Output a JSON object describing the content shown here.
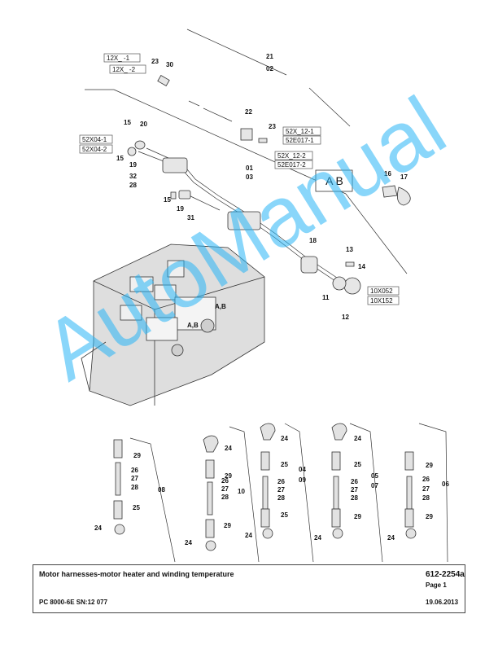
{
  "diagram": {
    "watermark": "AutoManual",
    "ab_box": "A B",
    "callout_ab": "A,B",
    "callout_ab_short": "A,B",
    "boxed_labels": [
      "12X_ -1",
      "12X_ -2",
      "52X_12-1",
      "52E017-1",
      "52X_12-2",
      "52E017-2",
      "52X04-1",
      "52X04-2",
      "10X052",
      "10X152"
    ],
    "part_numbers": [
      "21",
      "02",
      "23",
      "30",
      "22",
      "23",
      "01",
      "03",
      "15",
      "20",
      "15",
      "19",
      "32",
      "28",
      "15",
      "19",
      "31",
      "16",
      "17",
      "18",
      "13",
      "14",
      "11",
      "12",
      "29",
      "26",
      "27",
      "28",
      "25",
      "24",
      "08",
      "24",
      "29",
      "26",
      "27",
      "28",
      "29",
      "24",
      "10",
      "24",
      "25",
      "26",
      "27",
      "28",
      "25",
      "24",
      "04",
      "09",
      "24",
      "25",
      "26",
      "27",
      "28",
      "29",
      "24",
      "05",
      "07",
      "29",
      "26",
      "27",
      "28",
      "29",
      "24",
      "06"
    ]
  },
  "title_block": {
    "title": "Motor harnesses-motor heater and winding temperature",
    "drawing_code": "612-2254a",
    "page": "Page 1",
    "model": "PC 8000-6E SN:12 077",
    "date": "19.06.2013"
  }
}
